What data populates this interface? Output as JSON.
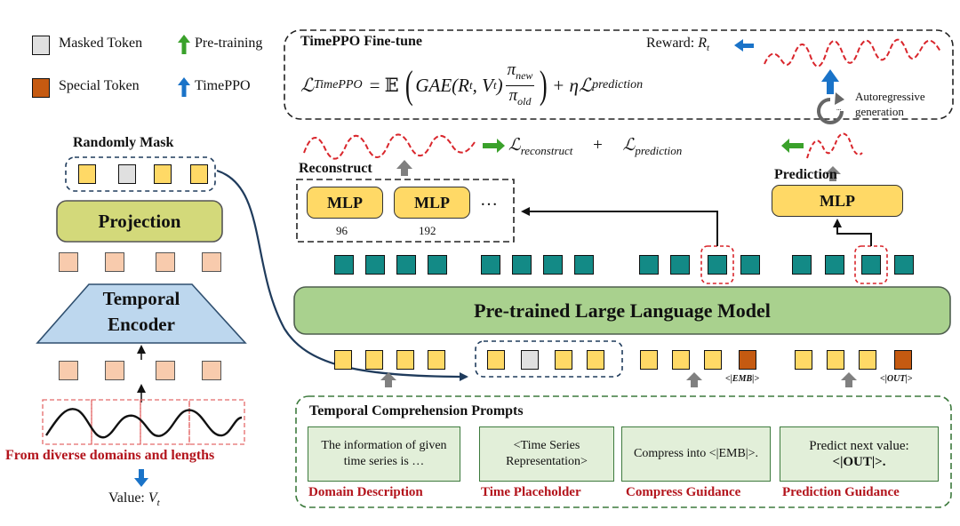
{
  "legend": {
    "masked_token": "Masked Token",
    "special_token": "Special Token",
    "pretraining": "Pre-training",
    "timeppo": "TimePPO"
  },
  "left": {
    "randomly_mask": "Randomly Mask",
    "projection": "Projection",
    "encoder_line1": "Temporal",
    "encoder_line2": "Encoder",
    "domains": "From diverse domains and lengths",
    "value_label": "Value: ",
    "value_symbol": "V",
    "value_sub": "t"
  },
  "finetune": {
    "title": "TimePPO Fine-tune",
    "reward": "Reward: ",
    "reward_symbol": "R",
    "reward_sub": "t",
    "formula_lhs": "ℒ",
    "formula_lhs_sub": "TimePPO",
    "formula_eq": "= 𝔼",
    "formula_gae": "GAE(R",
    "formula_gae_sub1": "t",
    "formula_gae_mid": ", V",
    "formula_gae_sub2": "t",
    "formula_gae_end": ")",
    "frac_num": "π",
    "frac_num_sub": "new",
    "frac_den": "π",
    "frac_den_sub": "old",
    "formula_tail": "+ ηℒ",
    "formula_tail_sub": "prediction",
    "autoregressive": "Autoregressive generation",
    "dots": "..."
  },
  "losses": {
    "recon": "ℒ",
    "recon_sub": "reconstruct",
    "plus": "+",
    "pred": "ℒ",
    "pred_sub": "prediction"
  },
  "reconstruct": {
    "label": "Reconstruct",
    "mlp1": "MLP",
    "mlp2": "MLP",
    "dim1": "96",
    "dim2": "192",
    "ellipsis": "…"
  },
  "prediction": {
    "label": "Prediction",
    "mlp": "MLP"
  },
  "llm": {
    "label": "Pre-trained Large Language Model"
  },
  "special_tokens": {
    "emb": "<|EMB|>",
    "out": "<|OUT|>"
  },
  "prompts": {
    "title": "Temporal Comprehension Prompts",
    "domain_text": "The information of given time series is …",
    "placeholder_text": "<Time Series Representation>",
    "compress_text": "Compress into <|EMB|>.",
    "predict_text_1": "Predict next value:",
    "predict_text_2": "<|OUT|>.",
    "domain_label": "Domain Description",
    "placeholder_label": "Time Placeholder",
    "compress_label": "Compress Guidance",
    "predict_label": "Prediction Guidance"
  },
  "colors": {
    "masked": "#e0e0e0",
    "special": "#c55a11",
    "token": "#ffd966",
    "llm_token": "#138a86",
    "pretrain_arrow": "#3aa12b",
    "timeppo_arrow": "#1a73c8",
    "red": "#b3141c"
  }
}
